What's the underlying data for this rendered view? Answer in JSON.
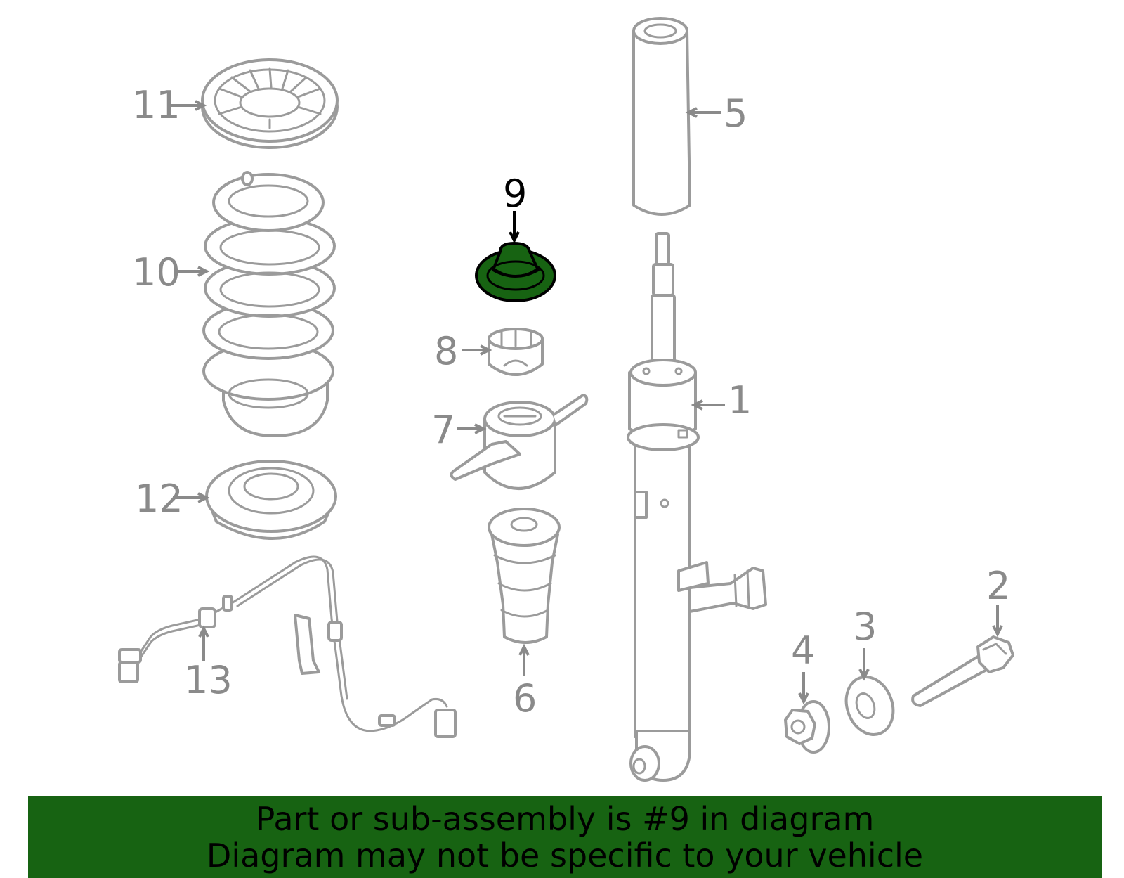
{
  "diagram": {
    "callouts": [
      {
        "id": "1",
        "label": "1"
      },
      {
        "id": "2",
        "label": "2"
      },
      {
        "id": "3",
        "label": "3"
      },
      {
        "id": "4",
        "label": "4"
      },
      {
        "id": "5",
        "label": "5"
      },
      {
        "id": "6",
        "label": "6"
      },
      {
        "id": "7",
        "label": "7"
      },
      {
        "id": "8",
        "label": "8"
      },
      {
        "id": "9",
        "label": "9"
      },
      {
        "id": "10",
        "label": "10"
      },
      {
        "id": "11",
        "label": "11"
      },
      {
        "id": "12",
        "label": "12"
      },
      {
        "id": "13",
        "label": "13"
      }
    ],
    "highlighted_part": "9",
    "colors": {
      "highlight": "#176312",
      "line": "#9b9b9b",
      "callout": "#8a8a8a"
    }
  },
  "banner": {
    "line1": "Part or sub-assembly is #9 in diagram",
    "line2": "Diagram may not be specific to your vehicle",
    "background": "#176312"
  }
}
